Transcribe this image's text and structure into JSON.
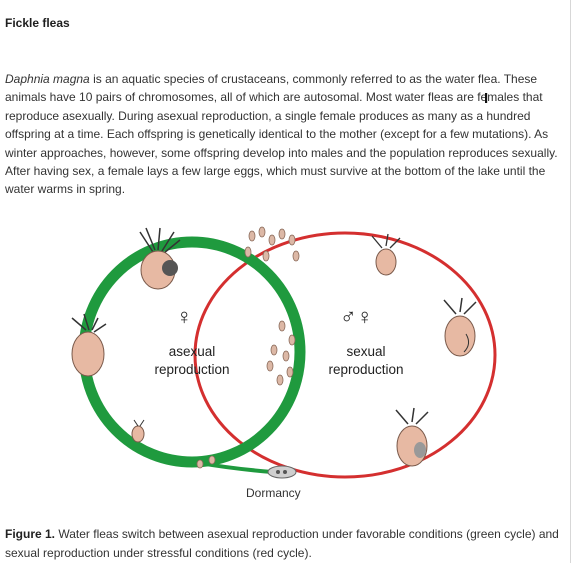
{
  "title": "Fickle fleas",
  "paragraph": {
    "species": "Daphnia magna",
    "text": " is an aquatic species of crustaceans, commonly referred to as the water flea. These animals have 10 pairs of chromosomes, all of which are autosomal. Most water fleas are females that reproduce asexually. During asexual reproduction, a single female produces as many as a hundred offspring at a time. Each offspring is genetically identical to the mother (except for a few mutations). As winter approaches, however, some offspring develop into males and the population reproduces sexually. After having sex, a female lays a few large eggs, which must survive at the bottom of the lake until the water warms in spring."
  },
  "figure": {
    "asexual_symbol": "♀",
    "asexual_label_1": "asexual",
    "asexual_label_2": "reproduction",
    "sexual_symbol": "♂♀",
    "sexual_label_1": "sexual",
    "sexual_label_2": "reproduction",
    "dormancy_label": "Dormancy",
    "colors": {
      "asexual_cycle": "#1f9a3e",
      "sexual_cycle": "#d42f2f"
    }
  },
  "caption": {
    "label": "Figure 1.",
    "text": " Water fleas switch between asexual reproduction under favorable conditions (green cycle) and sexual reproduction under stressful conditions (red cycle)."
  },
  "cursor_icon": "text-cursor-icon"
}
